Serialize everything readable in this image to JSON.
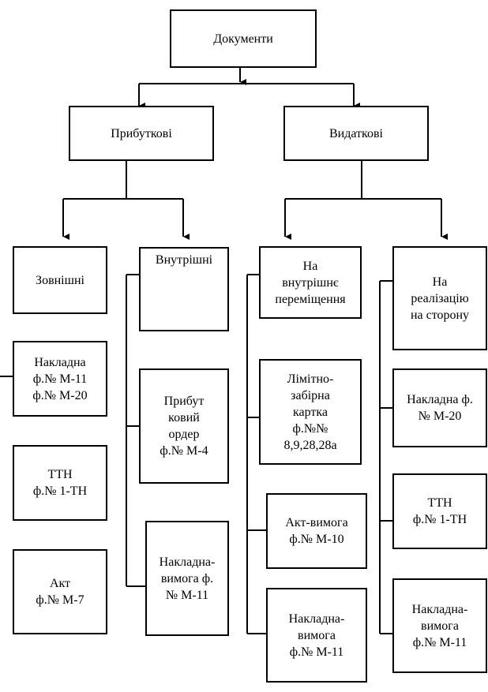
{
  "root": {
    "label": "Документи"
  },
  "level1": {
    "income": {
      "label": "Прибуткові"
    },
    "expense": {
      "label": "Видаткові"
    }
  },
  "income": {
    "external": {
      "label": "Зовнішні",
      "docs": [
        "Накладна\nф.№ М-11\nф.№ М-20",
        "ТТН\nф.№ 1-ТН",
        "Акт\nф.№ М-7"
      ]
    },
    "internal": {
      "label": "Внутрішні",
      "docs": [
        "Прибут\nковий\nордер\nф.№ М-4",
        "Накладна-\nвимога ф.\n№ М-11"
      ]
    }
  },
  "expense": {
    "internal_move": {
      "label": "На\nвнутрішнє\nпереміщення",
      "docs": [
        "Лімітно-\nзабірна\nкартка\nф.№№\n8,9,28,28а",
        "Акт-вимога\nф.№ М-10",
        "Накладна-\nвимога\nф.№ М-11"
      ]
    },
    "sale": {
      "label": "На\nреалізацію\nна сторону",
      "docs": [
        "Накладна ф.\n№ М-20",
        "ТТН\nф.№ 1-ТН",
        "Накладна-\nвимога\nф.№ М-11"
      ]
    }
  }
}
